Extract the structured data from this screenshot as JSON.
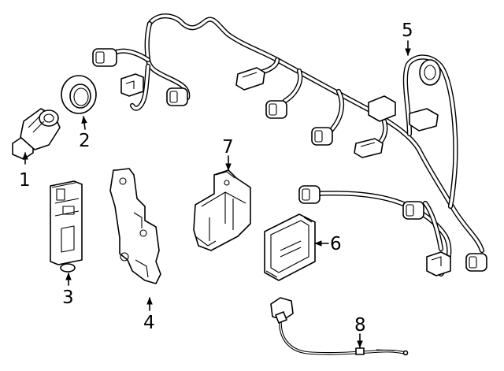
{
  "callouts": [
    {
      "key": "c1",
      "number": "1"
    },
    {
      "key": "c2",
      "number": "2"
    },
    {
      "key": "c3",
      "number": "3"
    },
    {
      "key": "c4",
      "number": "4"
    },
    {
      "key": "c5",
      "number": "5"
    },
    {
      "key": "c6",
      "number": "6"
    },
    {
      "key": "c7",
      "number": "7"
    },
    {
      "key": "c8",
      "number": "8"
    }
  ],
  "labels": {
    "c1": "1",
    "c2": "2",
    "c3": "3",
    "c4": "4",
    "c5": "5",
    "c6": "6",
    "c7": "7",
    "c8": "8"
  }
}
